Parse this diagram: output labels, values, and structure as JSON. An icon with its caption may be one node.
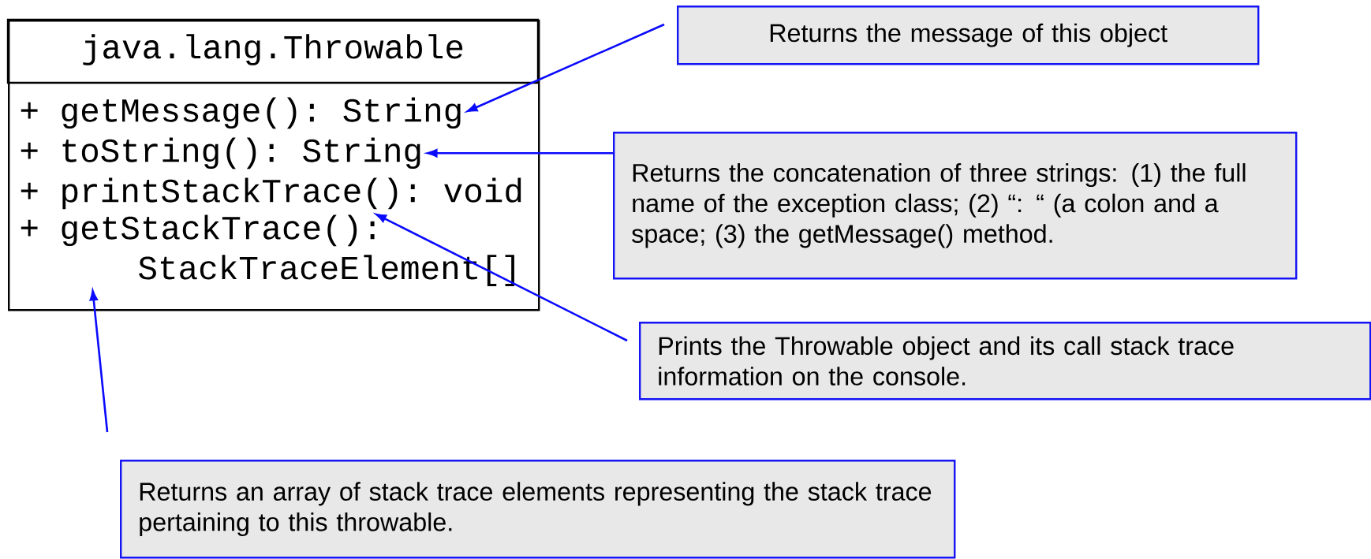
{
  "diagram": {
    "nodes": [
      {
        "text": [
          "java.lang.Throwable"
        ]
      },
      {
        "text": [
          "+ getMessage(): String"
        ],
        "in": 0
      },
      {
        "text": [
          "+ toString(): String"
        ],
        "in": 0
      },
      {
        "text": [
          "+ printStackTrace(): void"
        ],
        "in": 0
      },
      {
        "text": [
          "+ getStackTrace(): StackTraceElement[]"
        ],
        "in": 0
      },
      {
        "text": [
          "Returns the message of this object"
        ]
      },
      {
        "text": [
          "Returns the concatenation of three strings: (1) the full name of the exception class; (2) “: “ (a colon and a space; (3) the getMessage() method."
        ]
      },
      {
        "text": [
          "Prints the Throwable object and its call stack trace information on the console."
        ]
      },
      {
        "text": [
          "Returns an array of stack trace elements representing the stack trace pertaining to this throwable."
        ]
      }
    ],
    "edges": [
      {
        "from": 5,
        "to": 1,
        "arrow": "to"
      },
      {
        "from": 6,
        "to": 2,
        "arrow": "to"
      },
      {
        "from": 7,
        "to": 3,
        "arrow": "to"
      },
      {
        "from": 8,
        "to": 4,
        "arrow": "to"
      }
    ]
  }
}
